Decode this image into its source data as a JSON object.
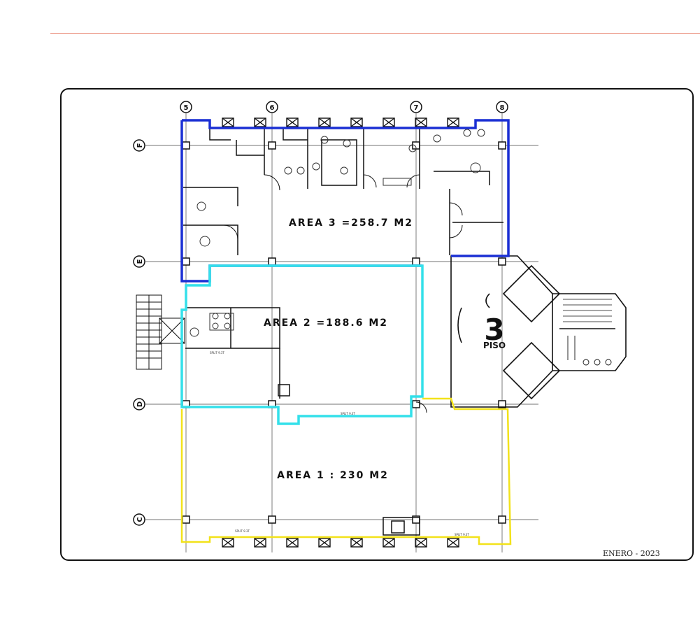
{
  "areas": {
    "area1": "AREA 1 : 230 M2",
    "area2": "AREA 2 =188.6 M2",
    "area3": "AREA 3 =258.7 M2"
  },
  "floor": {
    "number": "3",
    "label": "PISO"
  },
  "grid": {
    "columns": [
      "5",
      "6",
      "7",
      "8"
    ],
    "rows": [
      "F",
      "E",
      "D",
      "C"
    ]
  },
  "footer": {
    "date": "ENERO - 2023"
  },
  "colors": {
    "area1_outline": "#f2e21a",
    "area2_outline": "#33e0ea",
    "area3_outline": "#1a2fd4",
    "top_rule": "#e8836e"
  },
  "notes": {
    "split": "SPLIT 9.3T"
  }
}
